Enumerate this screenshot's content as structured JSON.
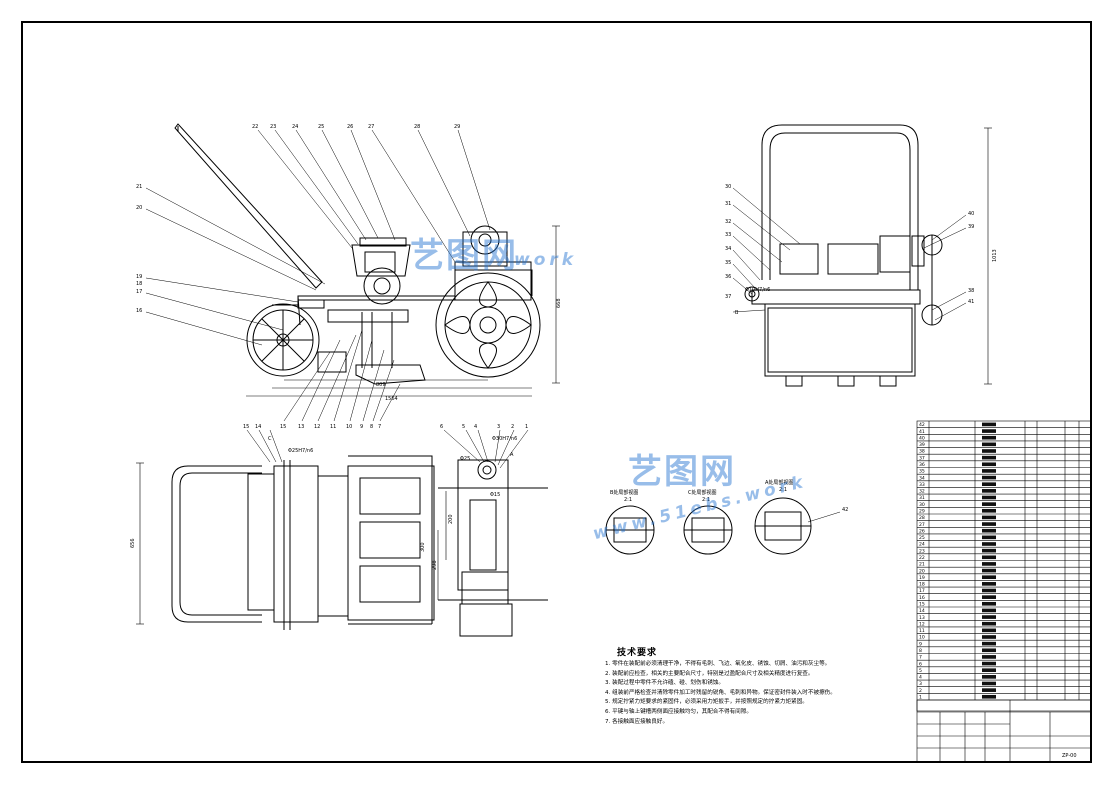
{
  "watermark": {
    "brand_cn": "艺图网",
    "url": "www.51ebs.work",
    "url_partial": "work",
    "color": "#1c6fd0"
  },
  "technical_requirements": {
    "title": "技术要求",
    "items": [
      "1. 零件在装配前必须清理干净，不得有毛刺、飞边、氧化皮、锈蚀、切屑、油污和灰尘等。",
      "2. 装配前应检查，相关的主要配合尺寸，特别是过盈配合尺寸及相关精度进行复查。",
      "3. 装配过程中零件不允许磕、碰、划伤和锈蚀。",
      "4. 组装前严格检查并清除零件加工时残留的锐角、毛刺和异物。保证密封件装入时不被擦伤。",
      "5. 规定拧紧力矩要求的紧固件，必须采用力矩扳手，并按照规定的拧紧力矩紧固。",
      "6. 平键与轴上键槽两侧面应接触均匀，其配合不得有间隙。",
      "7. 各接触面应接触良好。"
    ]
  },
  "side_view": {
    "part_numbers_top": [
      "22",
      "23",
      "24",
      "25",
      "26",
      "27",
      "28",
      "29"
    ],
    "part_numbers_left": [
      "21",
      "20",
      "19",
      "18",
      "17",
      "16"
    ],
    "part_numbers_bottom": [
      "15",
      "13",
      "12",
      "11",
      "10",
      "9",
      "8",
      "7"
    ],
    "dim_height": "668",
    "dim_wheelbase": "809",
    "dim_length": "1564"
  },
  "front_view": {
    "part_numbers": [
      "30",
      "31",
      "32",
      "33",
      "34",
      "35",
      "36",
      "37",
      "B",
      "40",
      "39",
      "38",
      "41"
    ],
    "fit_label": "Φ10H7/n6",
    "dim_height": "1013"
  },
  "top_view": {
    "part_numbers_left": [
      "15",
      "14",
      "C"
    ],
    "part_numbers_right": [
      "6",
      "5",
      "4",
      "3",
      "2",
      "1",
      "A"
    ],
    "fit_top": "Φ25H7/n6",
    "fit_right": "Φ30H7/n6",
    "fit_small": "Φ25",
    "fit_small2": "Φ15",
    "dim_depth": "656",
    "dim_a": "200",
    "dim_b": "300",
    "dim_c": "298"
  },
  "details": [
    {
      "name": "B处局部视图",
      "scale": "2:1"
    },
    {
      "name": "C处局部视图",
      "scale": "2:1"
    },
    {
      "name": "A处局部视图",
      "scale": "2:1"
    }
  ],
  "detail_callout": "42",
  "bom": {
    "rows": [
      "42",
      "41",
      "40",
      "39",
      "38",
      "37",
      "36",
      "35",
      "34",
      "33",
      "32",
      "31",
      "30",
      "29",
      "28",
      "27",
      "26",
      "25",
      "24",
      "23",
      "22",
      "21",
      "20",
      "19",
      "18",
      "17",
      "16",
      "15",
      "14",
      "13",
      "12",
      "11",
      "10",
      "9",
      "8",
      "7",
      "6",
      "5",
      "4",
      "3",
      "2",
      "1"
    ]
  },
  "title_block": {
    "drawing_no": "ZP-00"
  }
}
